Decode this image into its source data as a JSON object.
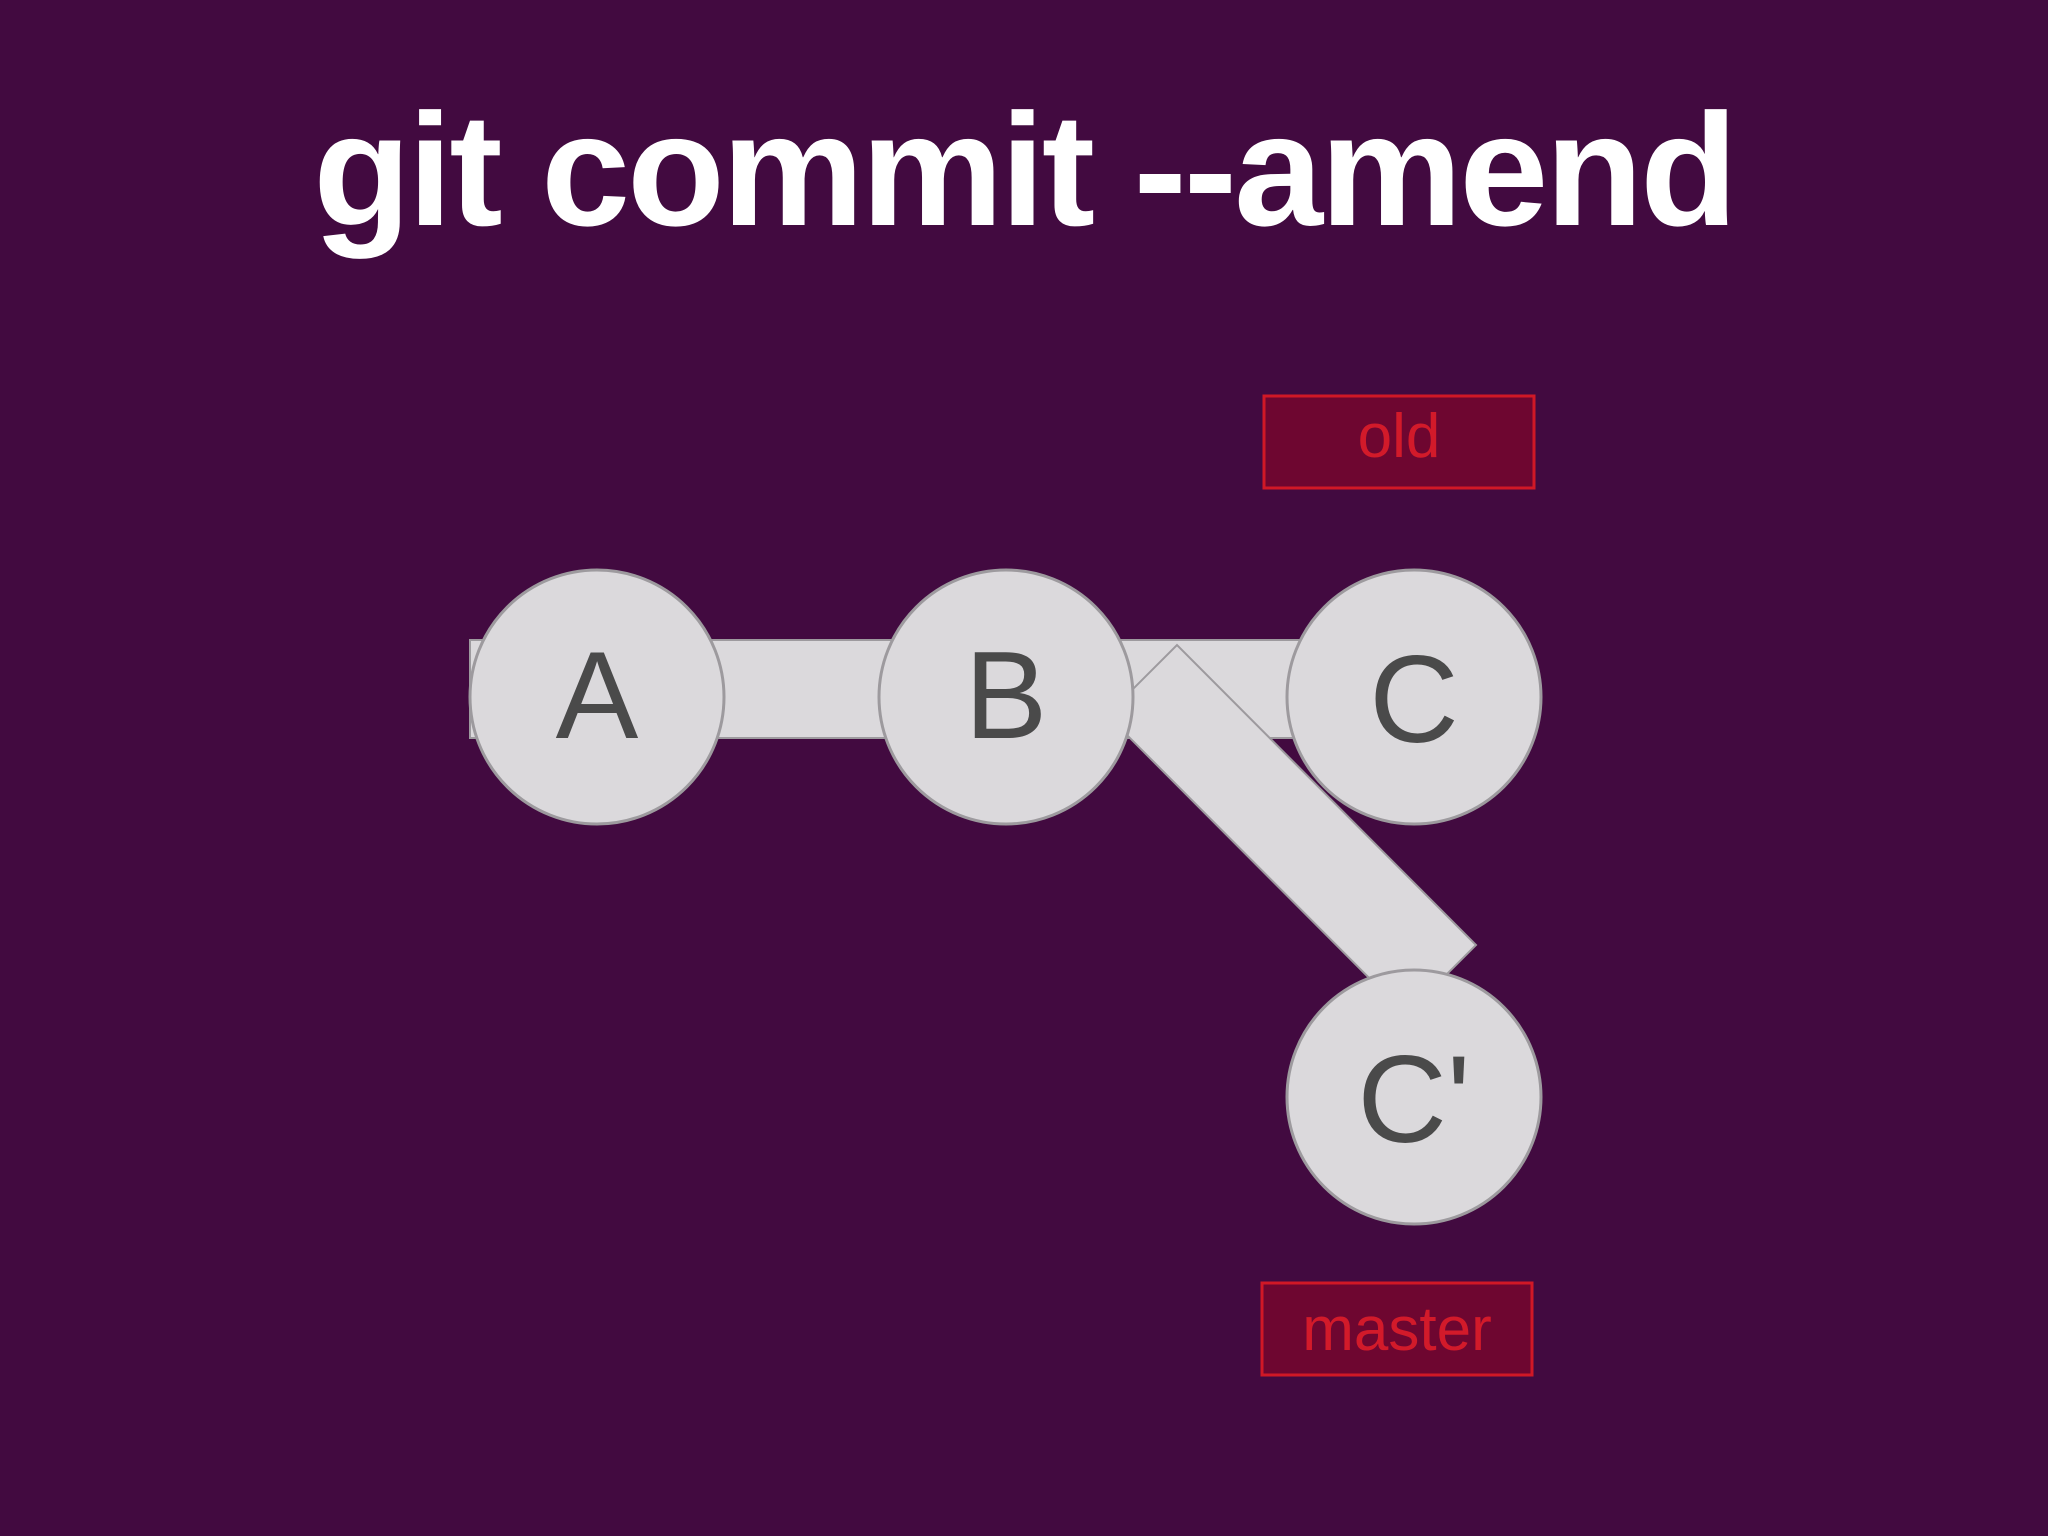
{
  "slide": {
    "title": "git commit --amend"
  },
  "diagram": {
    "nodes": [
      {
        "id": "A",
        "label": "A"
      },
      {
        "id": "B",
        "label": "B"
      },
      {
        "id": "C",
        "label": "C"
      },
      {
        "id": "C2",
        "label": "C'"
      }
    ],
    "edges": [
      {
        "from": "A",
        "to": "B"
      },
      {
        "from": "B",
        "to": "C"
      },
      {
        "from": "B",
        "to": "C2"
      }
    ],
    "branches": [
      {
        "id": "old",
        "label": "old",
        "points_to": "C"
      },
      {
        "id": "master",
        "label": "master",
        "points_to": "C2"
      }
    ],
    "colors": {
      "background": "#420a40",
      "node_fill": "#dbd9dc",
      "node_stroke": "#9d9a9e",
      "node_text": "#4a4a4a",
      "tag_fill": "#6e0630",
      "tag_border": "#d01826",
      "tag_text": "#d21a2a",
      "title": "#ffffff"
    }
  }
}
